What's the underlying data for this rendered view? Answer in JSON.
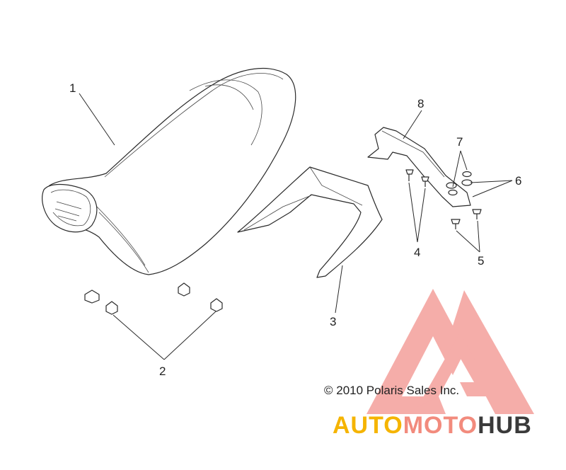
{
  "callouts": {
    "c1": "1",
    "c2": "2",
    "c3": "3",
    "c4": "4",
    "c5": "5",
    "c6": "6",
    "c7": "7",
    "c8": "8"
  },
  "copyright": "© 2010 Polaris Sales Inc.",
  "watermark": {
    "part1": "AUTO",
    "part2": "MOTO",
    "part3": "HUB",
    "color_light": "#f5b400",
    "color_mid": "#f28b7d",
    "color_dark": "#3a3a3a",
    "logo_color": "#f4a5a0"
  }
}
